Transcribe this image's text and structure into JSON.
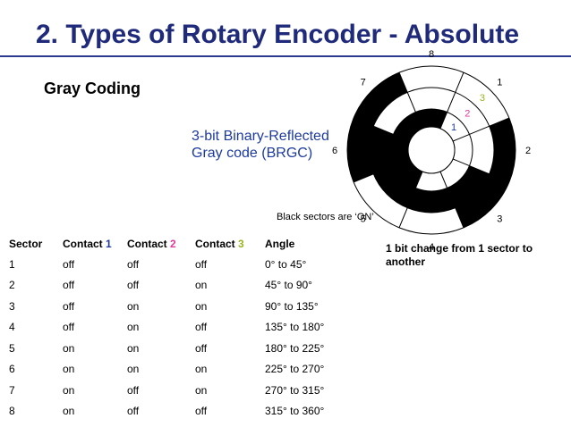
{
  "title": "2. Types of Rotary Encoder - Absolute",
  "subtitle": "Gray Coding",
  "brgc_line1": "3-bit Binary-Reflected",
  "brgc_line2": "Gray code (BRGC)",
  "black_note": "Black sectors are ‘ON’",
  "change_note_line1": "1 bit change from 1 sector to",
  "change_note_line2": "another",
  "colors": {
    "title": "#1f2a7a",
    "contact1": "#1d3a9e",
    "contact2": "#e0389f",
    "contact3": "#9ab31e",
    "on": "#000000",
    "off": "#ffffff"
  },
  "encoder": {
    "sector_labels": [
      "1",
      "2",
      "3",
      "4",
      "5",
      "6",
      "7",
      "8"
    ],
    "ring_labels": [
      "1",
      "2",
      "3"
    ]
  },
  "table": {
    "headers": {
      "sector": "Sector",
      "contact": "Contact",
      "n1": "1",
      "n2": "2",
      "n3": "3",
      "angle": "Angle"
    },
    "rows": [
      {
        "sector": "1",
        "c1": "off",
        "c2": "off",
        "c3": "off",
        "angle": "0° to 45°"
      },
      {
        "sector": "2",
        "c1": "off",
        "c2": "off",
        "c3": "on",
        "angle": "45° to 90°"
      },
      {
        "sector": "3",
        "c1": "off",
        "c2": "on",
        "c3": "on",
        "angle": "90° to 135°"
      },
      {
        "sector": "4",
        "c1": "off",
        "c2": "on",
        "c3": "off",
        "angle": "135° to 180°"
      },
      {
        "sector": "5",
        "c1": "on",
        "c2": "on",
        "c3": "off",
        "angle": "180° to 225°"
      },
      {
        "sector": "6",
        "c1": "on",
        "c2": "on",
        "c3": "on",
        "angle": "225° to 270°"
      },
      {
        "sector": "7",
        "c1": "on",
        "c2": "off",
        "c3": "on",
        "angle": "270° to 315°"
      },
      {
        "sector": "8",
        "c1": "on",
        "c2": "off",
        "c3": "off",
        "angle": "315° to 360°"
      }
    ]
  }
}
